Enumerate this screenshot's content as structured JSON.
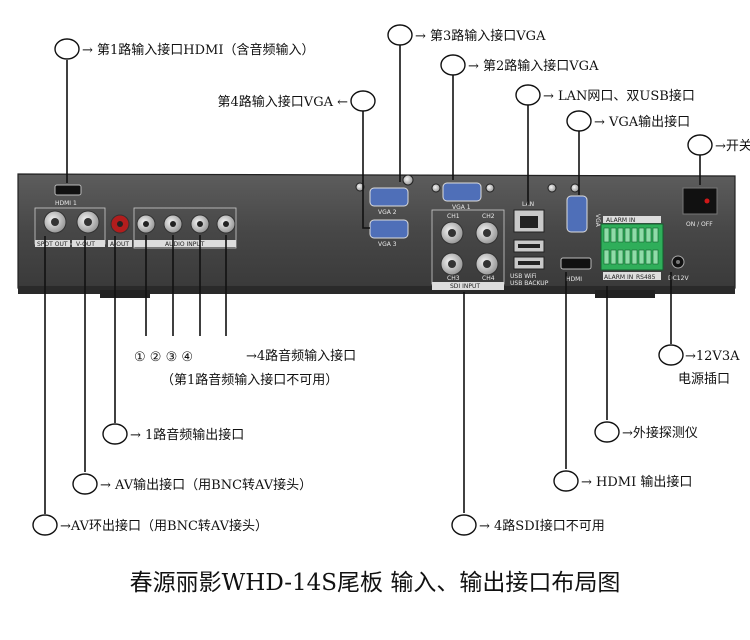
{
  "labels": {
    "hdmi1_in": "→ 第1路输入接口HDMI（含音频输入）",
    "vga3_in": "→ 第3路输入接口VGA",
    "vga2_in": "→ 第2路输入接口VGA",
    "vga4_in": "第4路输入接口VGA ←",
    "lan_usb": "→ LAN网口、双USB接口",
    "vga_out": "→ VGA输出接口",
    "power_switch": "→开关",
    "audio_nums": "① ② ③ ④",
    "audio_in": "→4路音频输入接口",
    "audio_in_note": "（第1路音频输入接口不可用）",
    "power_in_1": "→12V3A",
    "power_in_2": "电源插口",
    "audio_out": "→ 1路音频输出接口",
    "sensor": "→外接探测仪",
    "av_out": "→ AV输出接口（用BNC转AV接头）",
    "hdmi_out": "→ HDMI 输出接口",
    "av_loop": "→AV环出接口（用BNC转AV接头）",
    "sdi": "→ 4路SDI接口不可用"
  },
  "panel_text": {
    "hdmi1": "HDMI 1",
    "spot_out": "SPOT OUT",
    "v_out": "V-OUT",
    "a_out": "A-OUT",
    "audio_input": "AUDIO INPUT",
    "vga1": "VGA 1",
    "vga2": "VGA 2",
    "vga3": "VGA 3",
    "ch1": "CH1",
    "ch2": "CH2",
    "ch3": "CH3",
    "ch4": "CH4",
    "sdi_input": "SDI INPUT",
    "lan": "LAN",
    "usb_wifi": "USB WiFi",
    "usb_backup": "USB BACKUP",
    "hdmi": "HDMI",
    "vga": "VGA",
    "alarm_in": "ALARM IN",
    "rs485": "RS485",
    "dc12v": "DC12V",
    "on_off": "ON / OFF"
  },
  "caption": "春源丽影WHD-14S尾板 输入、输出接口布局图",
  "colors": {
    "panel": "#4a4a4a",
    "terminal": "#2fae5a",
    "switch": "#111111",
    "switch_led": "#d01818"
  }
}
